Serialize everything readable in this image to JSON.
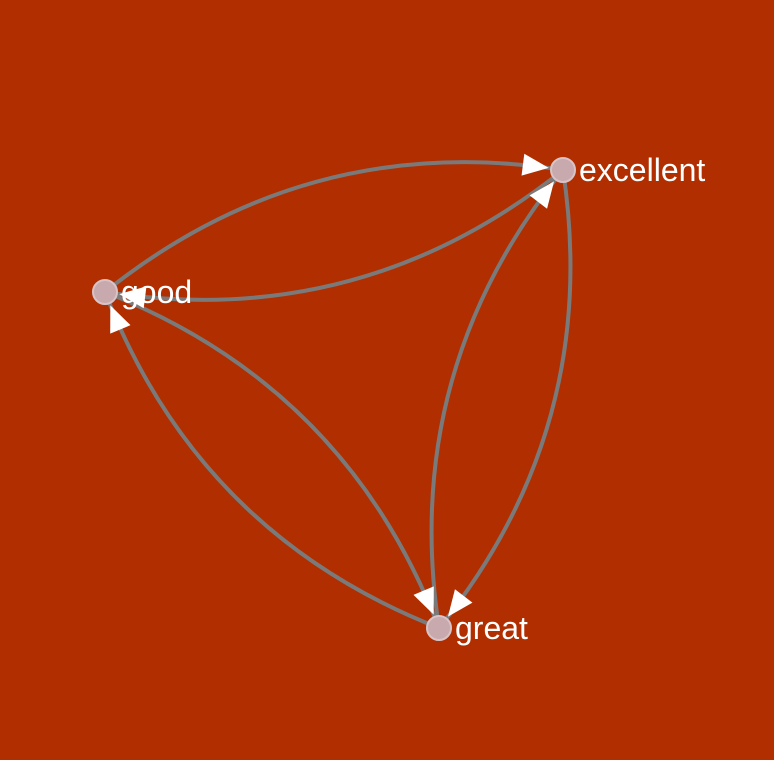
{
  "diagram": {
    "background_color": "#b02e00",
    "edge_color": "#7a7a7a",
    "arrow_color": "#ffffff",
    "node_color": "#c8a9ad",
    "label_color": "#ffffff",
    "nodes": [
      {
        "id": "good",
        "label": "good"
      },
      {
        "id": "excellent",
        "label": "excellent"
      },
      {
        "id": "great",
        "label": "great"
      }
    ],
    "edges": [
      {
        "source": "good",
        "target": "excellent"
      },
      {
        "source": "excellent",
        "target": "good"
      },
      {
        "source": "good",
        "target": "great"
      },
      {
        "source": "great",
        "target": "good"
      },
      {
        "source": "excellent",
        "target": "great"
      },
      {
        "source": "great",
        "target": "excellent"
      }
    ]
  }
}
